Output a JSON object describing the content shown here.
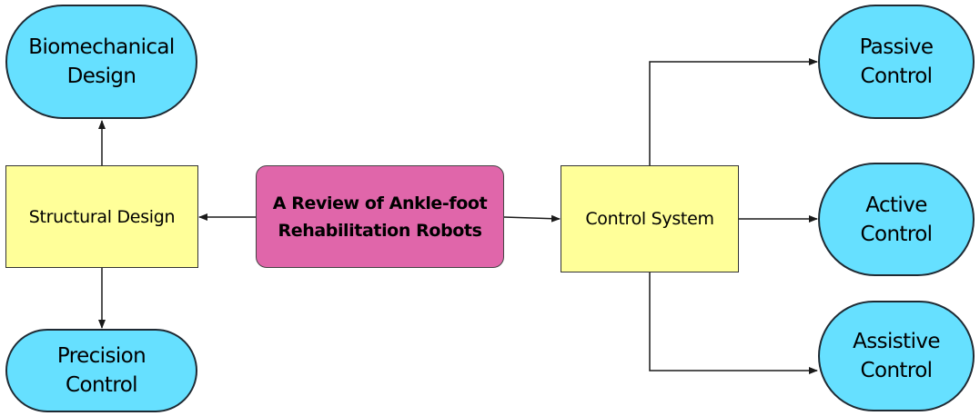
{
  "diagram": {
    "central": {
      "label": "A Review of Ankle-foot\nRehabilitation Robots"
    },
    "structural_design": {
      "label": "Structural Design"
    },
    "control_system": {
      "label": "Control System"
    },
    "biomechanical_design": {
      "label": "Biomechanical\nDesign"
    },
    "precision_control": {
      "label": "Precision\nControl"
    },
    "passive_control": {
      "label": "Passive\nControl"
    },
    "active_control": {
      "label": "Active\nControl"
    },
    "assistive_control": {
      "label": "Assistive\nControl"
    }
  },
  "colors": {
    "terminal_fill": "#66e0ff",
    "process_fill": "#ffff99",
    "central_fill": "#e066aa",
    "connector": "#1a1a1a"
  }
}
